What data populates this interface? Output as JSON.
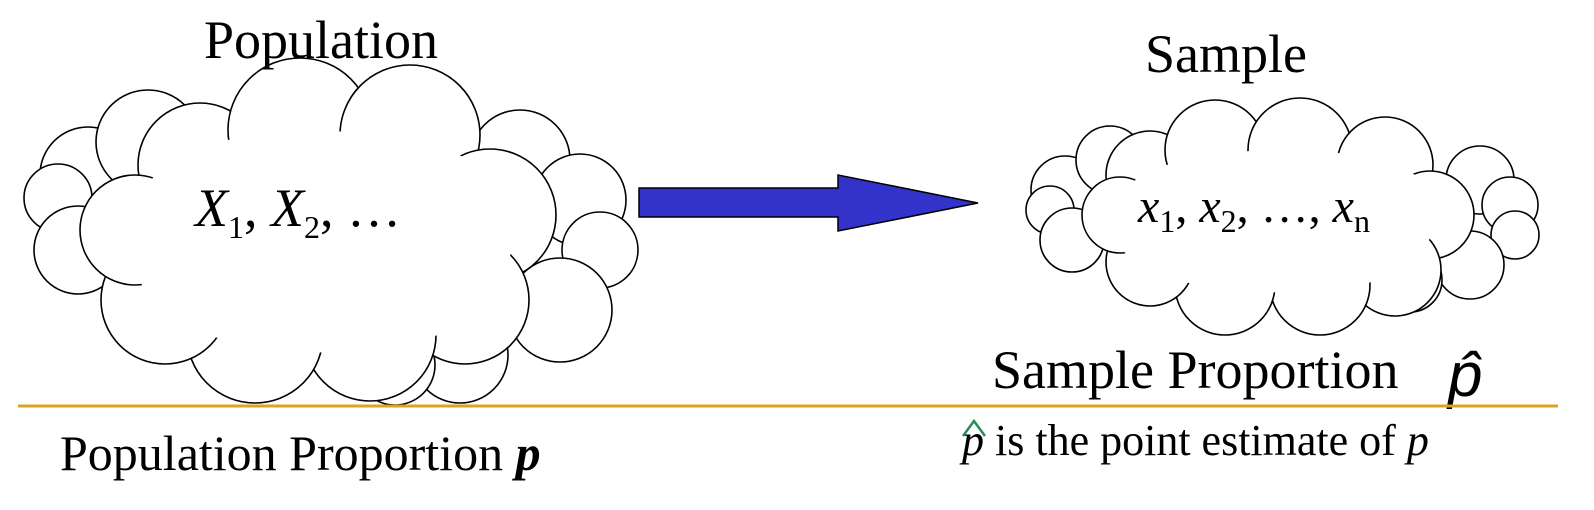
{
  "population": {
    "title": "Population",
    "variables_main": [
      "X",
      "X"
    ],
    "variables_sub": [
      "1",
      "2"
    ],
    "ellipsis": "…",
    "proportion_label": "Population Proportion",
    "proportion_symbol": "p"
  },
  "sample": {
    "title": "Sample",
    "variables_main": [
      "x",
      "x",
      "x"
    ],
    "variables_sub": [
      "1",
      "2",
      "n"
    ],
    "ellipsis": "…",
    "proportion_label": "Sample Proportion",
    "proportion_symbol": "p̂",
    "estimate_symbol": "p",
    "estimate_text": "is the point estimate of",
    "estimate_target": "p"
  },
  "colors": {
    "arrow_fill": "#3333CC",
    "arrow_stroke": "#000000",
    "divider_line": "#D9A520",
    "hat_green": "#2E8B57"
  },
  "icons": {
    "arrow": "right-arrow-icon",
    "population_cloud": "cloud-shape",
    "sample_cloud": "cloud-shape"
  }
}
